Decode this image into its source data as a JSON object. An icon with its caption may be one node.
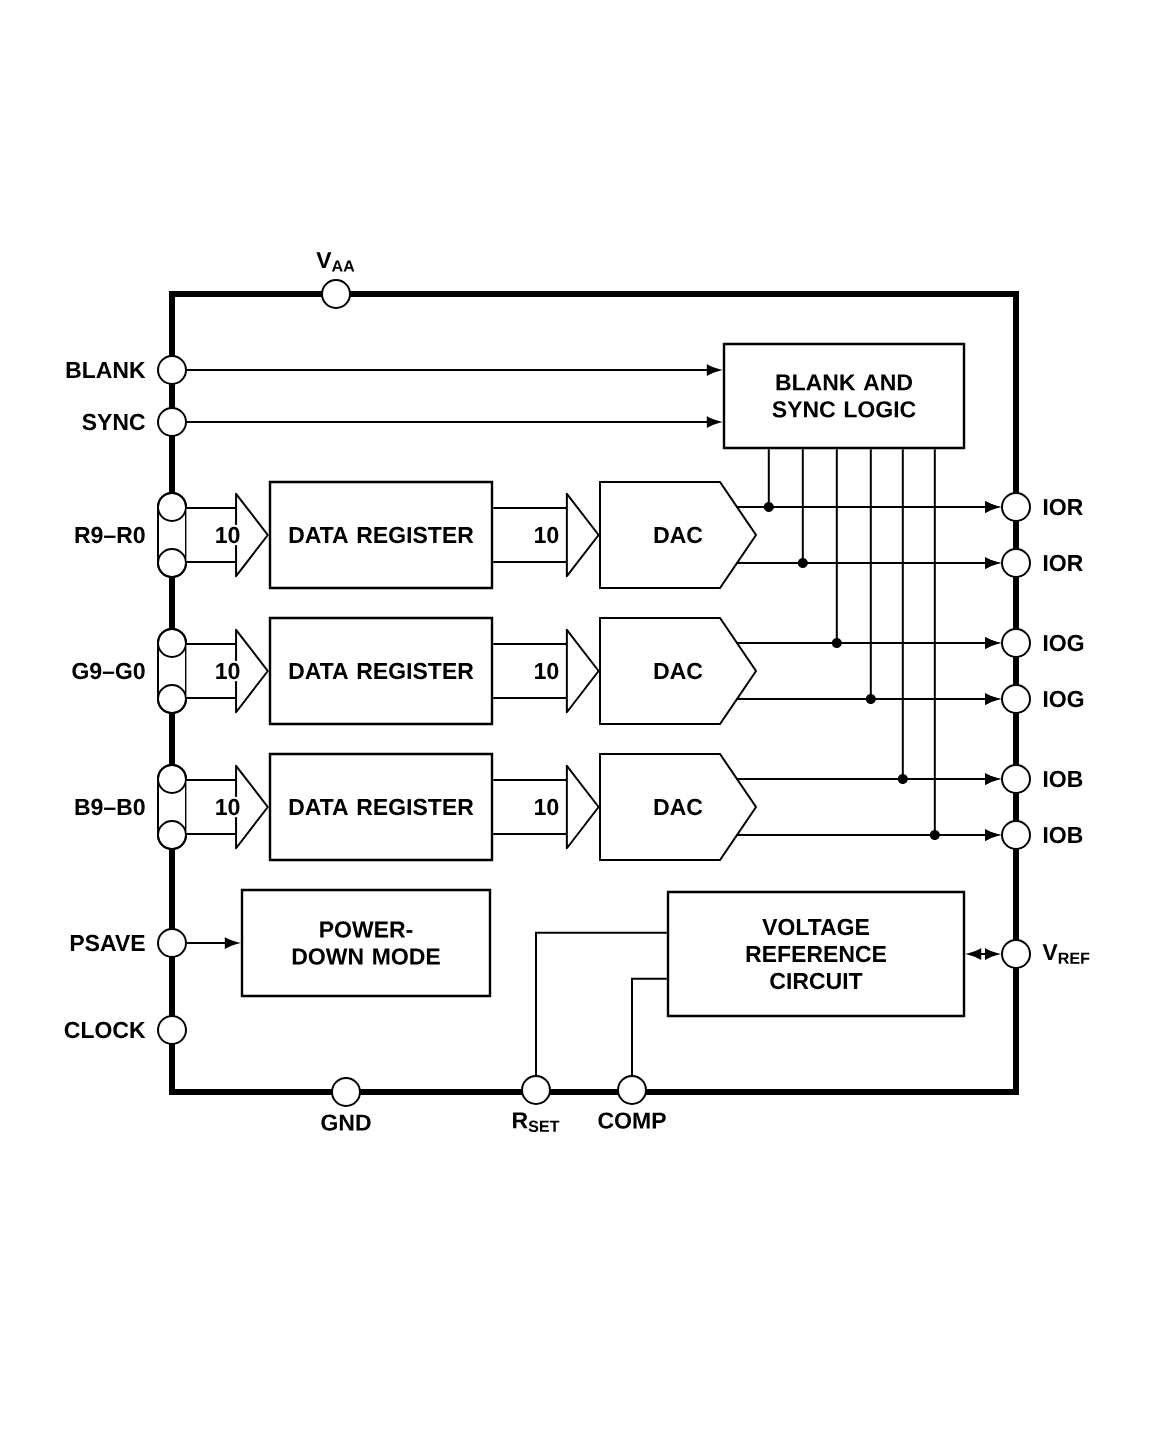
{
  "diagram": {
    "nodes": [
      {
        "text": [],
        "shape": "box"
      },
      {
        "text": [],
        "shape": "circle",
        "beside": [
          "V$_{AA}$"
        ]
      },
      {
        "text": [],
        "shape": "circle",
        "beside": [
          "BLANK"
        ]
      },
      {
        "text": [],
        "shape": "circle",
        "beside": [
          "SYNC"
        ]
      },
      {
        "text": [
          "BLANK AND SYNC LOGIC"
        ],
        "in": 0
      },
      {
        "text": [],
        "shape": "capsule",
        "beside": [
          "R9–R0"
        ]
      },
      {
        "text": [
          "DATA REGISTER"
        ],
        "in": 0
      },
      {
        "text": [
          "DAC"
        ],
        "in": 0
      },
      {
        "text": [],
        "shape": "circle",
        "beside": [
          "IOR"
        ]
      },
      {
        "text": [],
        "shape": "circle",
        "beside": [
          "IOR"
        ]
      },
      {
        "text": [],
        "shape": "capsule",
        "beside": [
          "G9–G0"
        ]
      },
      {
        "text": [
          "DATA REGISTER"
        ],
        "in": 0
      },
      {
        "text": [
          "DAC"
        ],
        "in": 0
      },
      {
        "text": [],
        "shape": "circle",
        "beside": [
          "IOG"
        ]
      },
      {
        "text": [],
        "shape": "circle",
        "beside": [
          "IOG"
        ]
      },
      {
        "text": [],
        "shape": "capsule",
        "beside": [
          "B9–B0"
        ]
      },
      {
        "text": [
          "DATA REGISTER"
        ],
        "in": 0
      },
      {
        "text": [
          "DAC"
        ],
        "in": 0
      },
      {
        "text": [],
        "shape": "circle",
        "beside": [
          "IOB"
        ]
      },
      {
        "text": [],
        "shape": "circle",
        "beside": [
          "IOB"
        ]
      },
      {
        "text": [],
        "shape": "circle",
        "beside": [
          "PSAVE"
        ]
      },
      {
        "text": [
          "POWER-DOWN MODE"
        ],
        "in": 0
      },
      {
        "text": [],
        "shape": "circle",
        "beside": [
          "CLOCK"
        ]
      },
      {
        "text": [
          "VOLTAGE REFERENCE CIRCUIT"
        ],
        "in": 0
      },
      {
        "text": [],
        "shape": "circle",
        "beside": [
          "V$_{REF}$"
        ]
      },
      {
        "text": [],
        "shape": "circle",
        "beside": [
          "GND"
        ]
      },
      {
        "text": [],
        "shape": "circle",
        "beside": [
          "R$_{SET}$"
        ]
      },
      {
        "text": [],
        "shape": "circle",
        "beside": [
          "COMP"
        ]
      }
    ],
    "edges": [
      {
        "from": 2,
        "to": 4,
        "arrow": "to"
      },
      {
        "from": 3,
        "to": 4,
        "arrow": "to"
      },
      {
        "from": 5,
        "to": 6,
        "arrow": "to",
        "label": "10",
        "style": "thick"
      },
      {
        "from": 6,
        "to": 7,
        "arrow": "to",
        "label": "10",
        "style": "thick"
      },
      {
        "from": 7,
        "to": 8,
        "arrow": "to"
      },
      {
        "from": 7,
        "to": 9,
        "arrow": "to"
      },
      {
        "from": 10,
        "to": 11,
        "arrow": "to",
        "label": "10",
        "style": "thick"
      },
      {
        "from": 11,
        "to": 12,
        "arrow": "to",
        "label": "10",
        "style": "thick"
      },
      {
        "from": 12,
        "to": 13,
        "arrow": "to"
      },
      {
        "from": 12,
        "to": 14,
        "arrow": "to"
      },
      {
        "from": 15,
        "to": 16,
        "arrow": "to",
        "label": "10",
        "style": "thick"
      },
      {
        "from": 16,
        "to": 17,
        "arrow": "to",
        "label": "10",
        "style": "thick"
      },
      {
        "from": 17,
        "to": 18,
        "arrow": "to"
      },
      {
        "from": 17,
        "to": 19,
        "arrow": "to"
      },
      {
        "from": 4,
        "to": 8,
        "arrow": "to"
      },
      {
        "from": 4,
        "to": 9,
        "arrow": "to"
      },
      {
        "from": 4,
        "to": 13,
        "arrow": "to"
      },
      {
        "from": 4,
        "to": 14,
        "arrow": "to"
      },
      {
        "from": 4,
        "to": 18,
        "arrow": "to"
      },
      {
        "from": 4,
        "to": 19,
        "arrow": "to"
      },
      {
        "from": 20,
        "to": 21,
        "arrow": "to"
      },
      {
        "from": 23,
        "to": 24,
        "arrow": "both"
      },
      {
        "from": 23,
        "to": 26,
        "arrow": "none"
      },
      {
        "from": 23,
        "to": 27,
        "arrow": "none"
      }
    ]
  }
}
